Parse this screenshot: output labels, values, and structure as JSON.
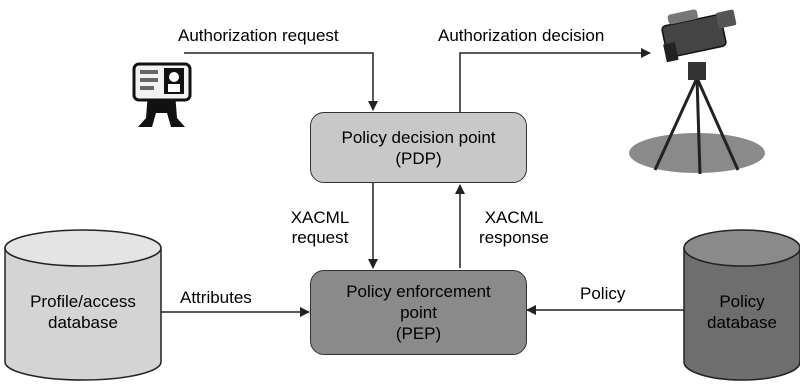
{
  "pdp": {
    "line1": "Policy decision point",
    "line2": "(PDP)"
  },
  "pep": {
    "line1": "Policy enforcement",
    "line2": "point",
    "line3": "(PEP)"
  },
  "labels": {
    "auth_request": "Authorization request",
    "auth_decision": "Authorization decision",
    "xacml_request_1": "XACML",
    "xacml_request_2": "request",
    "xacml_response_1": "XACML",
    "xacml_response_2": "response",
    "attributes": "Attributes",
    "policy": "Policy"
  },
  "profile_db": {
    "line1": "Profile/access",
    "line2": "database"
  },
  "policy_db": {
    "line1": "Policy",
    "line2": "database"
  },
  "colors": {
    "pdp_fill": "#c8c8c8",
    "pep_fill": "#8a8a8a",
    "profile_db_fill": "#d4d4d4",
    "policy_db_fill": "#6e6e6e"
  },
  "icons": [
    "id-badge-person-icon",
    "video-camera-tripod-icon"
  ]
}
